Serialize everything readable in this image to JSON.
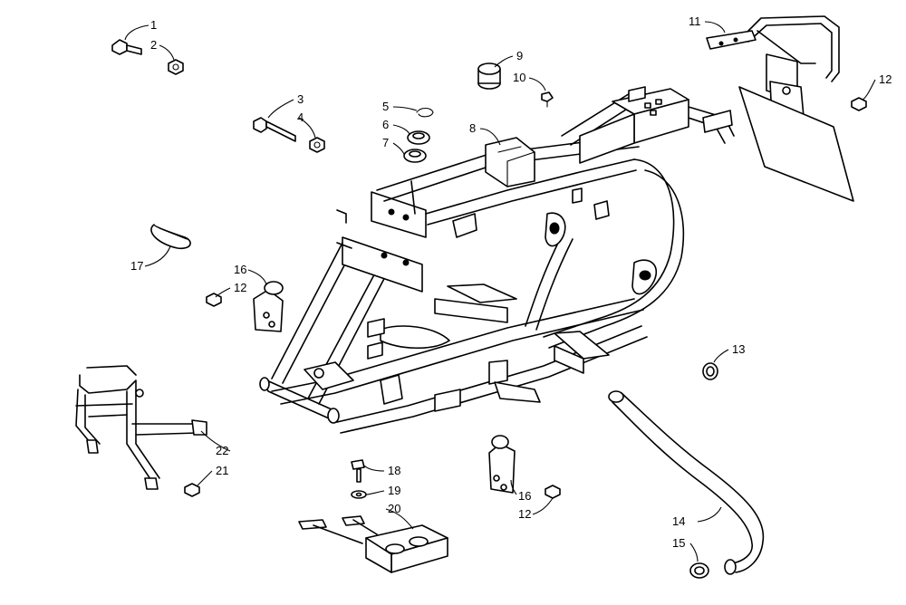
{
  "callouts": {
    "c1": "1",
    "c2": "2",
    "c3": "3",
    "c4": "4",
    "c5": "5",
    "c6": "6",
    "c7": "7",
    "c8": "8",
    "c9": "9",
    "c10": "10",
    "c11": "11",
    "c12a": "12",
    "c12b": "12",
    "c12c": "12",
    "c13": "13",
    "c14": "14",
    "c15": "15",
    "c16a": "16",
    "c16b": "16",
    "c17": "17",
    "c18": "18",
    "c19": "19",
    "c20": "20",
    "c21": "21",
    "c22": "22"
  }
}
